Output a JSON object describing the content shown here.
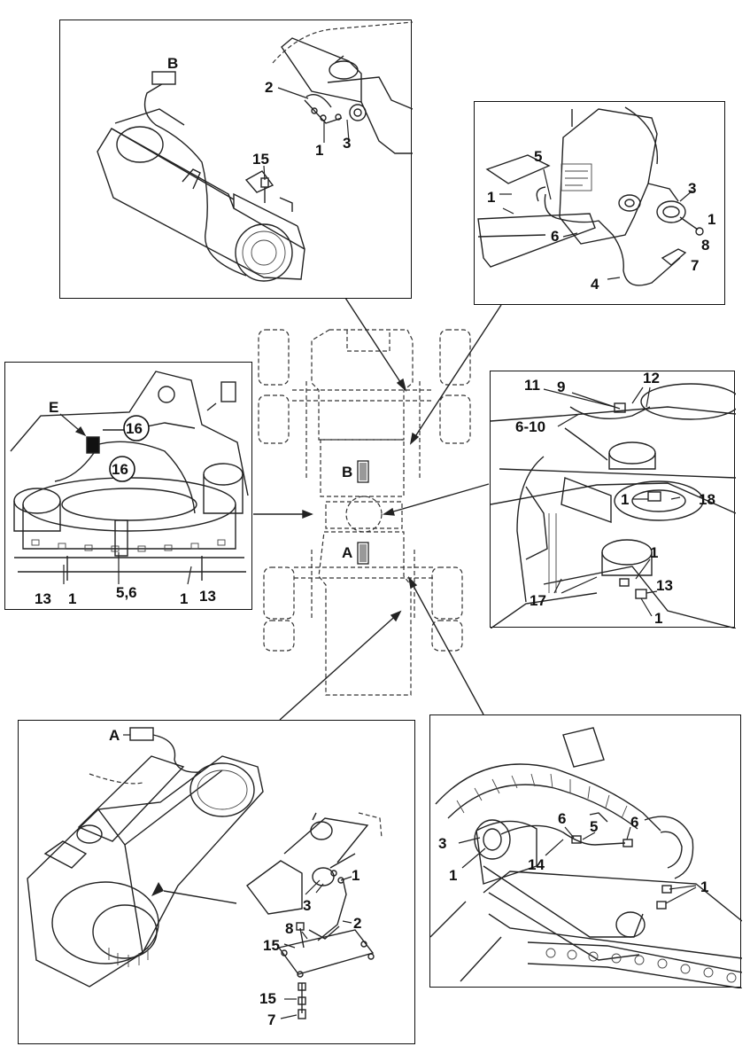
{
  "center": {
    "mark_b": "B",
    "mark_a": "A"
  },
  "panel_top_left": {
    "labels": [
      "B",
      "2",
      "1",
      "3",
      "15"
    ]
  },
  "panel_top_right": {
    "labels": [
      "5",
      "3",
      "1",
      "1",
      "8",
      "6",
      "7",
      "4"
    ]
  },
  "panel_mid_left": {
    "labels": [
      "E",
      "16",
      "16",
      "13",
      "1",
      "5,6",
      "1",
      "13"
    ]
  },
  "panel_mid_right": {
    "labels": [
      "11",
      "9",
      "12",
      "6-10",
      "1",
      "18",
      "1",
      "13",
      "17",
      "1"
    ]
  },
  "panel_bottom_left": {
    "labels": [
      "A",
      "1",
      "3",
      "2",
      "8",
      "15",
      "15",
      "7"
    ]
  },
  "panel_bottom_right": {
    "labels": [
      "3",
      "6",
      "5",
      "6",
      "1",
      "14",
      "1"
    ]
  }
}
